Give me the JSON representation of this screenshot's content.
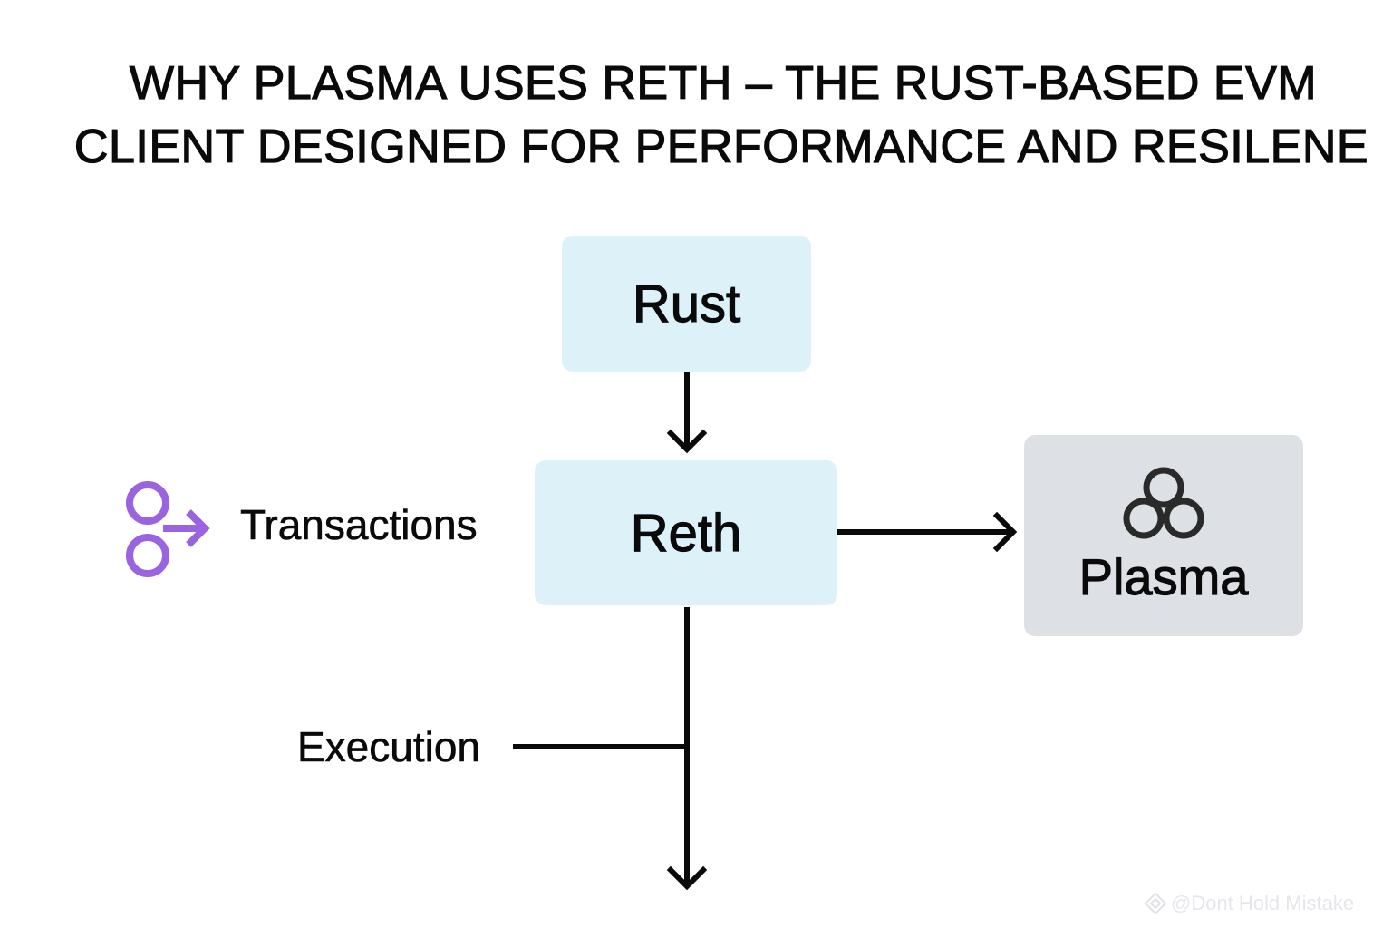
{
  "title": {
    "line1": "WHY PLASMA USES RETH – THE RUST-BASED EVM",
    "line2": "CLIENT DESIGNED FOR PERFORMANCE AND RESILENE"
  },
  "nodes": {
    "rust": {
      "label": "Rust"
    },
    "reth": {
      "label": "Reth"
    },
    "plasma": {
      "label": "Plasma",
      "icon": "trefoil-rings-icon"
    }
  },
  "labels": {
    "transactions": {
      "text": "Transactions",
      "icon": "transactions-split-arrow-icon"
    },
    "execution": {
      "text": "Execution"
    }
  },
  "edges": [
    {
      "from": "Rust",
      "to": "Reth",
      "direction": "down"
    },
    {
      "from": "Reth",
      "to": "Plasma",
      "direction": "right"
    },
    {
      "from": "Reth",
      "to": "Execution output",
      "direction": "down",
      "branch_label": "Execution"
    }
  ],
  "watermark": {
    "text": "@Dont Hold Mistake",
    "icon": "binance-diamond-icon"
  },
  "colors": {
    "node_blue": "#dcf1f8",
    "node_gray": "#dde1e5",
    "accent_purple": "#9a63e0",
    "text": "#0a0a0a"
  }
}
